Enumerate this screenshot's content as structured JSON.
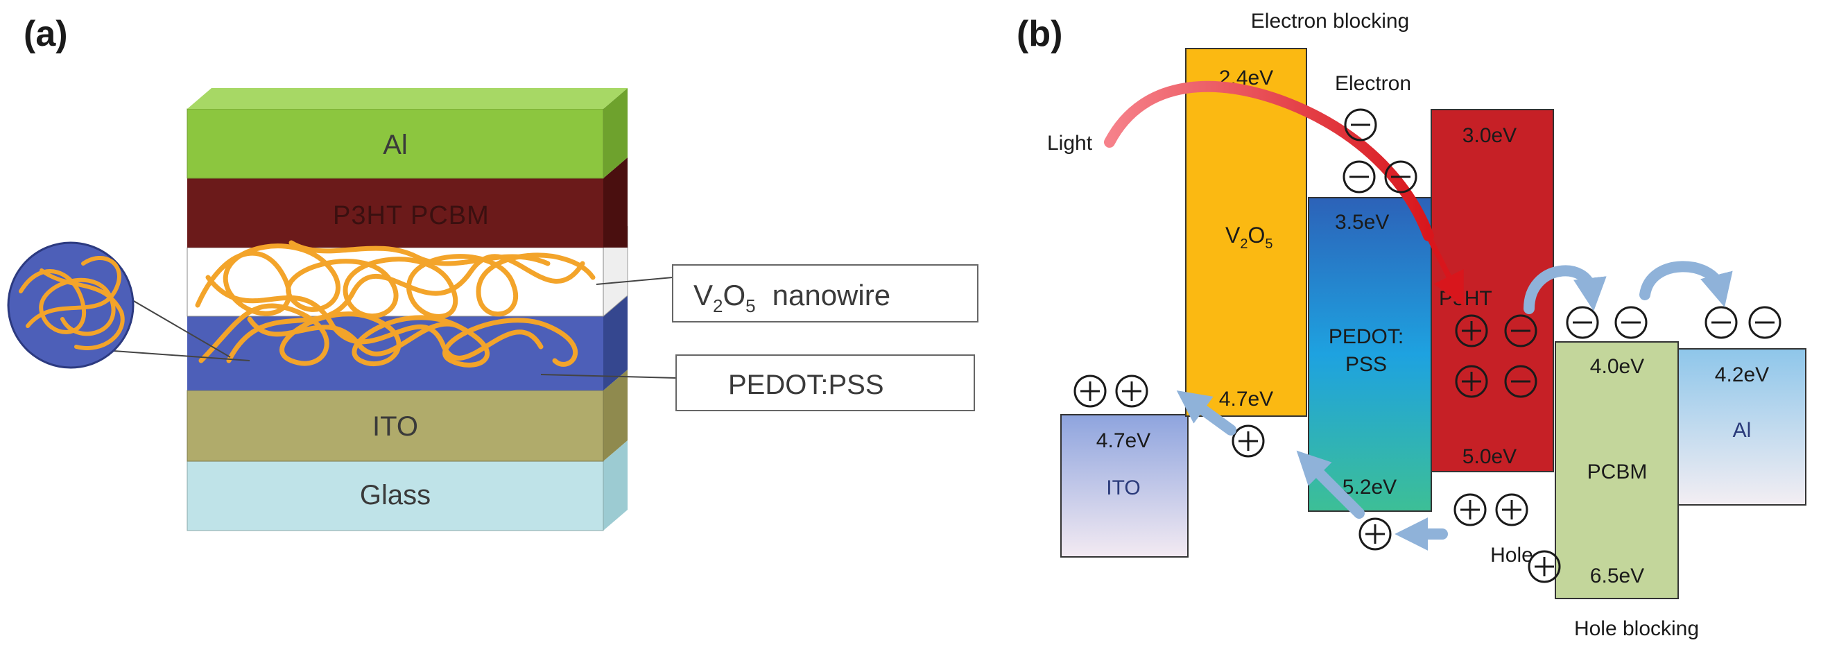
{
  "panel_a": {
    "label": "(a)",
    "layers": {
      "al": "Al",
      "active": "P3HT  PCBM",
      "ito": "ITO",
      "glass": "Glass"
    },
    "callouts": {
      "nanowire_prefix": "V",
      "nanowire_sub1": "2",
      "nanowire_mid": "O",
      "nanowire_sub2": "5",
      "nanowire_suffix": "nanowire",
      "pedot": "PEDOT:PSS"
    }
  },
  "panel_b": {
    "label": "(b)",
    "electron_blocking": "Electron blocking",
    "hole_blocking": "Hole blocking",
    "light": "Light",
    "electron": "Electron",
    "hole": "Hole",
    "v2o5": {
      "prefix": "V",
      "sub1": "2",
      "mid": "O",
      "sub2": "5",
      "top": "2.4eV",
      "bottom": "4.7eV"
    },
    "pedot": {
      "line1": "PEDOT:",
      "line2": "PSS",
      "top": "3.5eV",
      "bottom": "5.2eV"
    },
    "p3ht": {
      "name": "P3HT",
      "top": "3.0eV",
      "bottom": "5.0eV"
    },
    "ito": {
      "name": "ITO",
      "level": "4.7eV"
    },
    "pcbm": {
      "name": "PCBM",
      "top": "4.0eV",
      "bottom": "6.5eV"
    },
    "al": {
      "name": "Al",
      "level": "4.2eV"
    }
  },
  "colors": {
    "al_green": "#8cc63f",
    "active_maroon": "#6b1a1a",
    "pedot_blue": "#4d5fb8",
    "ito_olive": "#b0ab6b",
    "glass_cyan": "#bfe3e8",
    "nanowire_orange": "#f3a42a",
    "v2o5_yellow": "#fbb912",
    "p3ht_red": "#c62026",
    "pcbm_green": "#c3d69b",
    "arrow_blue": "#8fb2d9",
    "light_red": "#ec4a52"
  }
}
